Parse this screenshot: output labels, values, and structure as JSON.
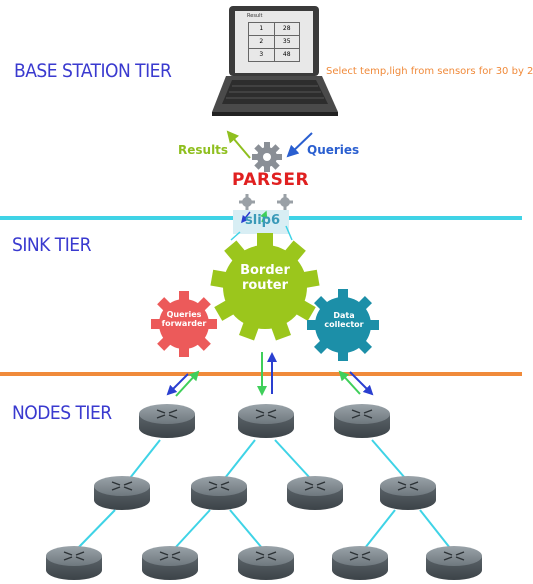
{
  "tiers": {
    "base_station": "BASE STATION TIER",
    "sink": "SINK TIER",
    "nodes": "NODES TIER"
  },
  "query_text": "Select temp,ligh from sensors for 30 by 2",
  "laptop_table": {
    "header": "Result",
    "rows": [
      [
        "1",
        "28"
      ],
      [
        "2",
        "35"
      ],
      [
        "3",
        "48"
      ]
    ]
  },
  "labels": {
    "results": "Results",
    "queries": "Queries",
    "parser": "PARSER",
    "slip6": "slip6"
  },
  "gears": {
    "border_router": [
      "Border",
      "router"
    ],
    "queries_forwarder": [
      "Queries",
      "forwarder"
    ],
    "data_collector": [
      "Data",
      "collector"
    ]
  },
  "colors": {
    "tier_text": "#3a3acf",
    "query_text": "#f08a3a",
    "sink_line": "#3fd3e6",
    "nodes_line": "#f08a3a",
    "results": "#8fbf1f",
    "queries": "#2a5fd0",
    "parser": "#e02020",
    "slip6_bg": "#d8eef4",
    "slip6_text": "#3a9ab8",
    "border_router": "#9bc61c",
    "queries_forwarder": "#ec5a5a",
    "data_collector": "#1c8fa8",
    "link": "#3fd3e6"
  },
  "icons": [
    "laptop-icon",
    "gear-icon",
    "router-icon",
    "arrow-icon"
  ]
}
